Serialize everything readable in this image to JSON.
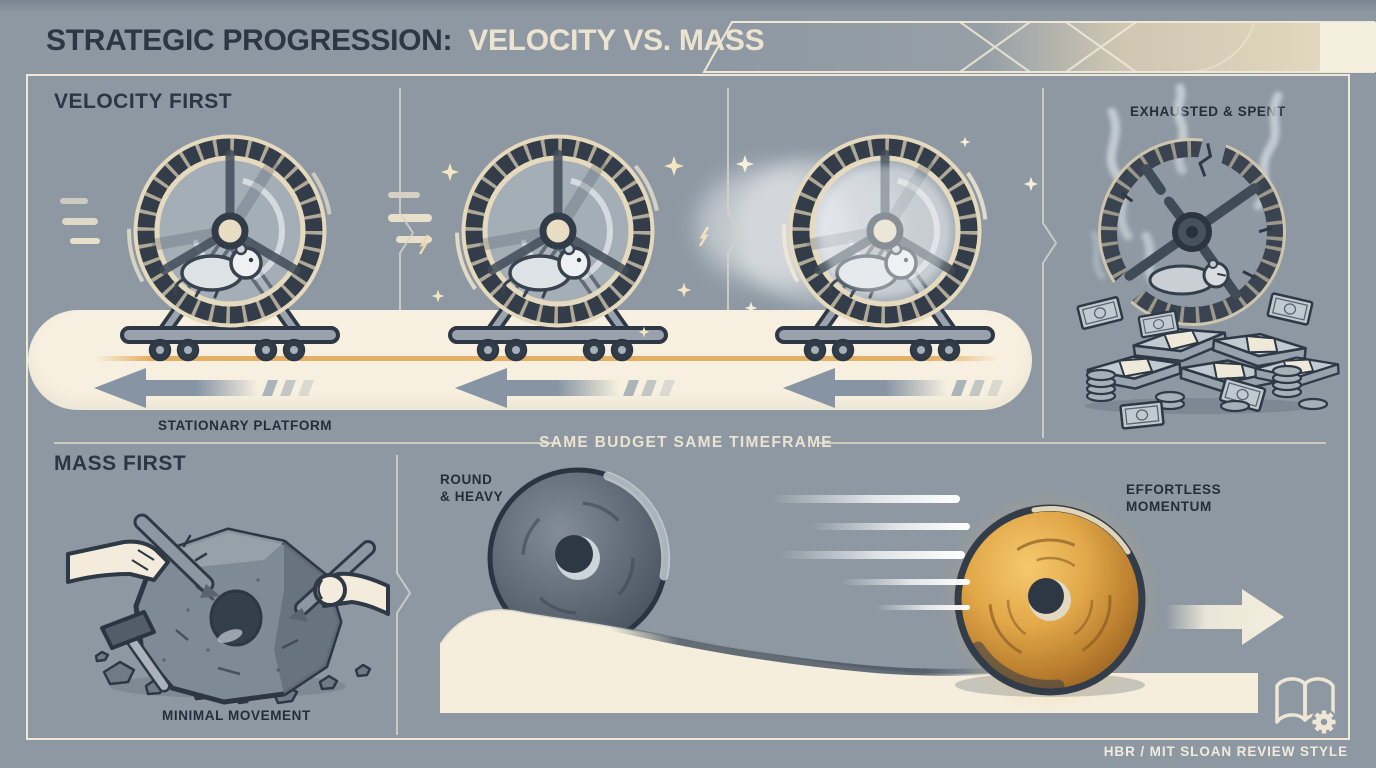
{
  "title": {
    "prefix": "STRATEGIC PROGRESSION:",
    "highlight": "VELOCITY VS. MASS"
  },
  "rows": {
    "velocity": {
      "heading": "VELOCITY FIRST",
      "stage4_label": "EXHAUSTED & SPENT",
      "platform_caption": "STATIONARY PLATFORM"
    },
    "mass": {
      "heading": "MASS FIRST",
      "caption": "MINIMAL MOVEMENT",
      "wheel_label": [
        "ROUND",
        "& HEAVY"
      ],
      "momentum_label": [
        "EFFORTLESS",
        "MOMENTUM"
      ]
    }
  },
  "divider_label": "SAME BUDGET SAME TIMEFRAME",
  "footer": {
    "credit": "HBR / MIT SLOAN REVIEW STYLE",
    "icon": "book-gear-icon"
  },
  "colors": {
    "background": "#8d98a3",
    "frame": "#f0e9d7",
    "ink": "#2c3744",
    "cream": "#f6efdf",
    "accent_orange": "#e2a24f",
    "gold_wheel": "#d99a3e",
    "wheel_dark": "#333d4a"
  }
}
